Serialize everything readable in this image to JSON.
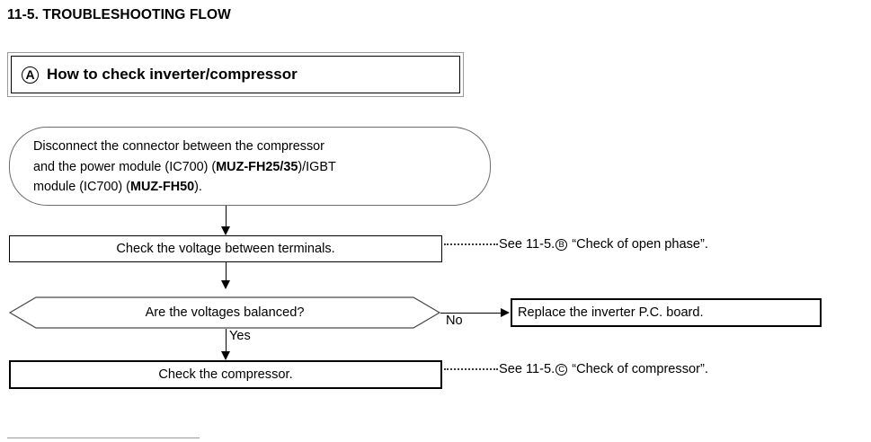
{
  "page": {
    "title": "11-5. TROUBLESHOOTING FLOW"
  },
  "header": {
    "marker": "A",
    "label": "How to check inverter/compressor"
  },
  "flow": {
    "start_node": {
      "name": "disconnect-node",
      "shape": "rounded",
      "line1_a": "Disconnect the connector between the compressor",
      "line2_a": "and the power module (IC700) (",
      "line2_b": "MUZ-FH25/35",
      "line2_c": ")/IGBT",
      "line3_a": "module (IC700) (",
      "line3_b": "MUZ-FH50",
      "line3_c": ")."
    },
    "voltage_node": {
      "name": "check-voltage",
      "label": "Check the voltage between terminals."
    },
    "decision_node": {
      "name": "voltages-balanced",
      "label": "Are the voltages balanced?",
      "yes_label": "Yes",
      "no_label": "No"
    },
    "replace_node": {
      "name": "replace-inverter-pcb",
      "label": "Replace the inverter P.C. board."
    },
    "compressor_node": {
      "name": "check-compressor",
      "label": "Check the compressor."
    }
  },
  "notes": [
    {
      "name": "note-open-phase",
      "prefix": "See 11-5.",
      "ref": "B",
      "suffix": " “Check of open phase”."
    },
    {
      "name": "note-compressor",
      "prefix": "See 11-5.",
      "ref": "C",
      "suffix": " “Check of compressor”."
    }
  ],
  "colors": {
    "ink": "#000000",
    "rule": "#9b9b9b",
    "soft_border": "#6d6d6d"
  }
}
